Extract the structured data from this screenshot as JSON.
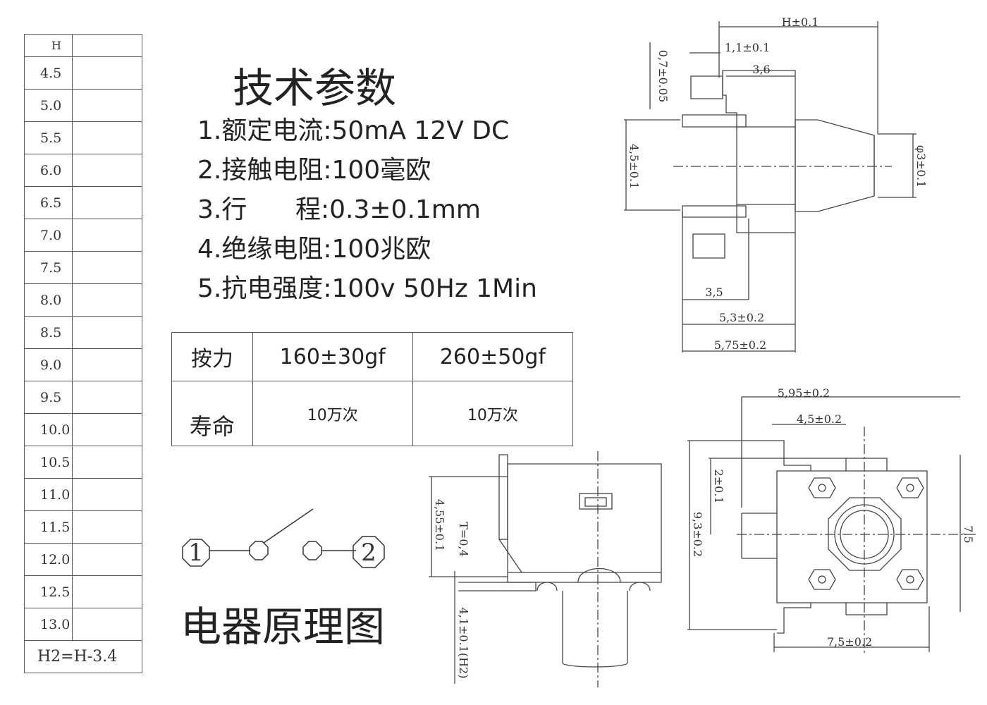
{
  "height_table": {
    "header": "H",
    "values": [
      "4.5",
      "5.0",
      "5.5",
      "6.0",
      "6.5",
      "7.0",
      "7.5",
      "8.0",
      "8.5",
      "9.0",
      "9.5",
      "10.0",
      "10.5",
      "11.0",
      "11.5",
      "12.0",
      "12.5",
      "13.0"
    ],
    "footer": "H2=H-3.4"
  },
  "title": "技术参数",
  "params": [
    "1.额定电流:50mA 12V DC",
    "2.接触电阻:100毫欧",
    "3.行      程:0.3±0.1mm",
    "4.绝缘电阻:100兆欧",
    "5.抗电强度:100v 50Hz 1Min"
  ],
  "force_table": {
    "row1_label": "按力",
    "row1_values": [
      "160±30gf",
      "260±50gf"
    ],
    "row2_label": "寿命",
    "row2_values": [
      "10万次",
      "10万次"
    ]
  },
  "schematic": {
    "title": "电器原理图",
    "pin1": "1",
    "pin2": "2"
  },
  "dimensions": {
    "side_view": {
      "h": "H±0.1",
      "d_1_1": "1,1±0.1",
      "d_3_6": "3,6",
      "d_0_7": "0,7±0.05",
      "d_4_5": "4,5±0.1",
      "d_phi3": "φ3±0.1",
      "d_3_5": "3,5",
      "d_5_3": "5,3±0.2",
      "d_5_75": "5,75±0.2"
    },
    "front_view": {
      "d_4_55": "4,55±0.1",
      "t": "T=0,4",
      "d_4_1": "4,1±0.1(H2)"
    },
    "bottom_view": {
      "d_5_95": "5,95±0.2",
      "d_4_5": "4,5±0.2",
      "d_2": "2±0.1",
      "d_9_3": "9,3±0.2",
      "d_7_5_r": "7,5",
      "d_7_5_b": "7,5±0.2"
    }
  }
}
